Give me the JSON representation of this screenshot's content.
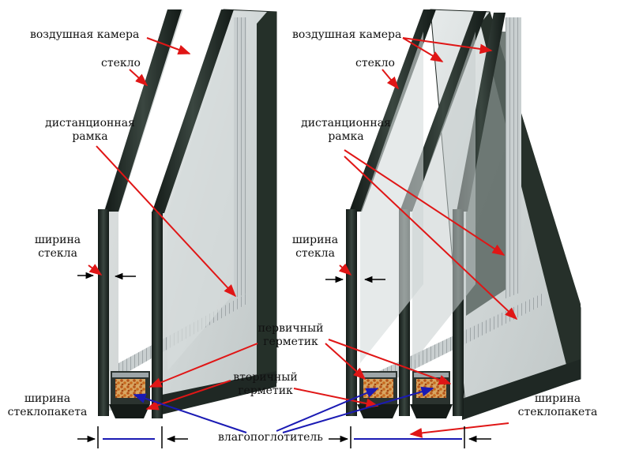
{
  "labels": {
    "left": {
      "air_chamber": "воздушная камера",
      "glass": "стекло",
      "spacer_line1": "дистанционная",
      "spacer_line2": "рамка",
      "glass_width_line1": "ширина",
      "glass_width_line2": "стекла",
      "unit_width_line1": "ширина",
      "unit_width_line2": "стеклопакета"
    },
    "right": {
      "air_chamber": "воздушная камера",
      "glass": "стекло",
      "spacer_line1": "дистанционная",
      "spacer_line2": "рамка",
      "glass_width_line1": "ширина",
      "glass_width_line2": "стекла",
      "unit_width_line1": "ширина",
      "unit_width_line2": "стеклопакета"
    },
    "center": {
      "primary_sealant_line1": "первичный",
      "primary_sealant_line2": "герметик",
      "secondary_sealant_line1": "вторичный",
      "secondary_sealant_line2": "герметик",
      "desiccant": "влагопоглотитель"
    }
  },
  "colors": {
    "glass_edge": "#1e2622",
    "glass_face": "#cdd3d3",
    "spacer_metal": "#a9afb1",
    "desiccant_granules": "#c8691d",
    "leader_red": "#e01616",
    "leader_blue": "#1a1ab4",
    "arrow_black": "#000000"
  }
}
